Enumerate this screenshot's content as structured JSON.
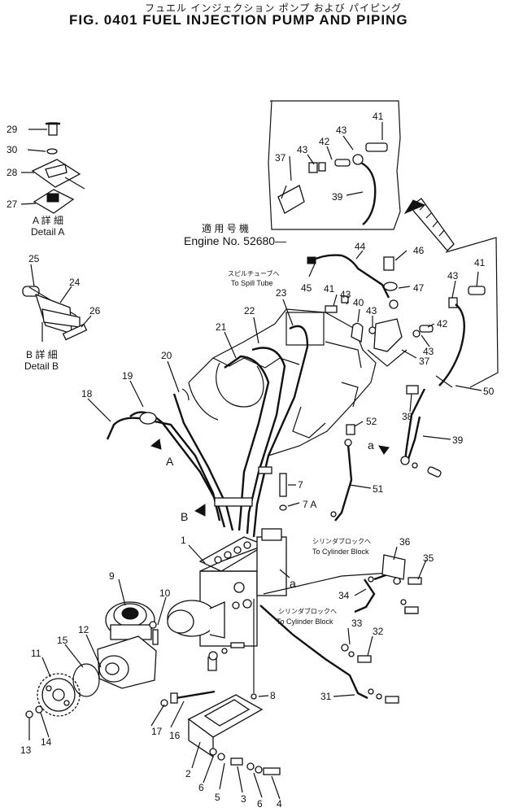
{
  "header": {
    "title_jp": "フュエル インジェクション ポンプ および パイピング",
    "title_main": "FIG. 0401   FUEL  INJECTION  PUMP  AND  PIPING"
  },
  "notes": {
    "engine_jp": "適 用 号 機",
    "engine_no": "Engine No. 52680—",
    "spill_jp": "スピルチューブへ",
    "spill_en": "To Spill Tube",
    "cyl1_jp": "シリンダブロックへ",
    "cyl1_en": "To Cylinder Block",
    "cyl2_jp": "シリンダブロックへ",
    "cyl2_en": "To Cylinder Block"
  },
  "details": {
    "a_jp": "A  詳 細",
    "a_en": "Detail  A",
    "b_jp": "B  詳 細",
    "b_en": "Detail  B",
    "marker_a": "A",
    "marker_b": "B",
    "marker_a2": "a",
    "marker_a3": "a"
  },
  "callouts": {
    "c1": "1",
    "c2": "2",
    "c3": "3",
    "c4": "4",
    "c5": "5",
    "c6a": "6",
    "c6b": "6",
    "c7": "7",
    "c7a": "7 A",
    "c8": "8",
    "c9": "9",
    "c10": "10",
    "c11": "11",
    "c12": "12",
    "c13": "13",
    "c14": "14",
    "c15": "15",
    "c16": "16",
    "c17": "17",
    "c18": "18",
    "c19": "19",
    "c20": "20",
    "c21": "21",
    "c22": "22",
    "c23": "23",
    "c24": "24",
    "c25": "25",
    "c26": "26",
    "c27": "27",
    "c28": "28",
    "c29": "29",
    "c30": "30",
    "c31": "31",
    "c32": "32",
    "c33": "33",
    "c34": "34",
    "c35": "35",
    "c36": "36",
    "c37a": "37",
    "c37b": "37",
    "c38": "38",
    "c39a": "39",
    "c39b": "39",
    "c40": "40",
    "c41a": "41",
    "c41b": "41",
    "c41c": "41",
    "c42a": "42",
    "c42b": "42",
    "c43a": "43",
    "c43b": "43",
    "c43c": "43",
    "c43d": "43",
    "c43e": "43",
    "c44": "44",
    "c45": "45",
    "c46": "46",
    "c47": "47",
    "c50": "50",
    "c51": "51",
    "c52": "52"
  }
}
